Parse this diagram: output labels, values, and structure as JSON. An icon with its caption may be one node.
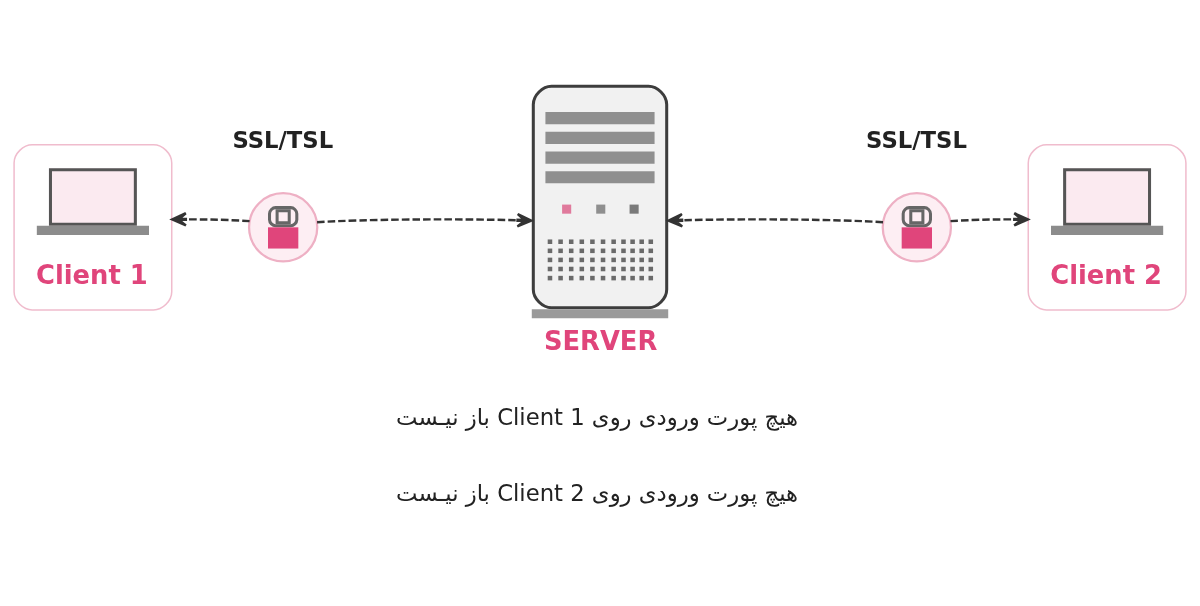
{
  "diagram": {
    "nodes": [
      {
        "text": [
          "Client 1"
        ]
      },
      {
        "text": [],
        "shape": "circle",
        "beside": [
          "SSL/TSL"
        ]
      },
      {
        "text": [
          "SERVER"
        ]
      },
      {
        "text": [],
        "shape": "circle",
        "beside": [
          "SSL/TSL"
        ]
      },
      {
        "text": [
          "Client 2"
        ]
      }
    ],
    "edges": [
      {
        "from": 1,
        "to": 0,
        "arrow": "to",
        "style": "dashed"
      },
      {
        "from": 1,
        "to": 2,
        "arrow": "to",
        "style": "dashed"
      },
      {
        "from": 3,
        "to": 2,
        "arrow": "to",
        "style": "dashed"
      },
      {
        "from": 3,
        "to": 4,
        "arrow": "to",
        "style": "dashed"
      }
    ],
    "labels": [
      "هیچ پورت ورودی روی Client 1 باز نیـست",
      "هیچ پورت ورودی روی Client 2 باز نیـست"
    ]
  }
}
